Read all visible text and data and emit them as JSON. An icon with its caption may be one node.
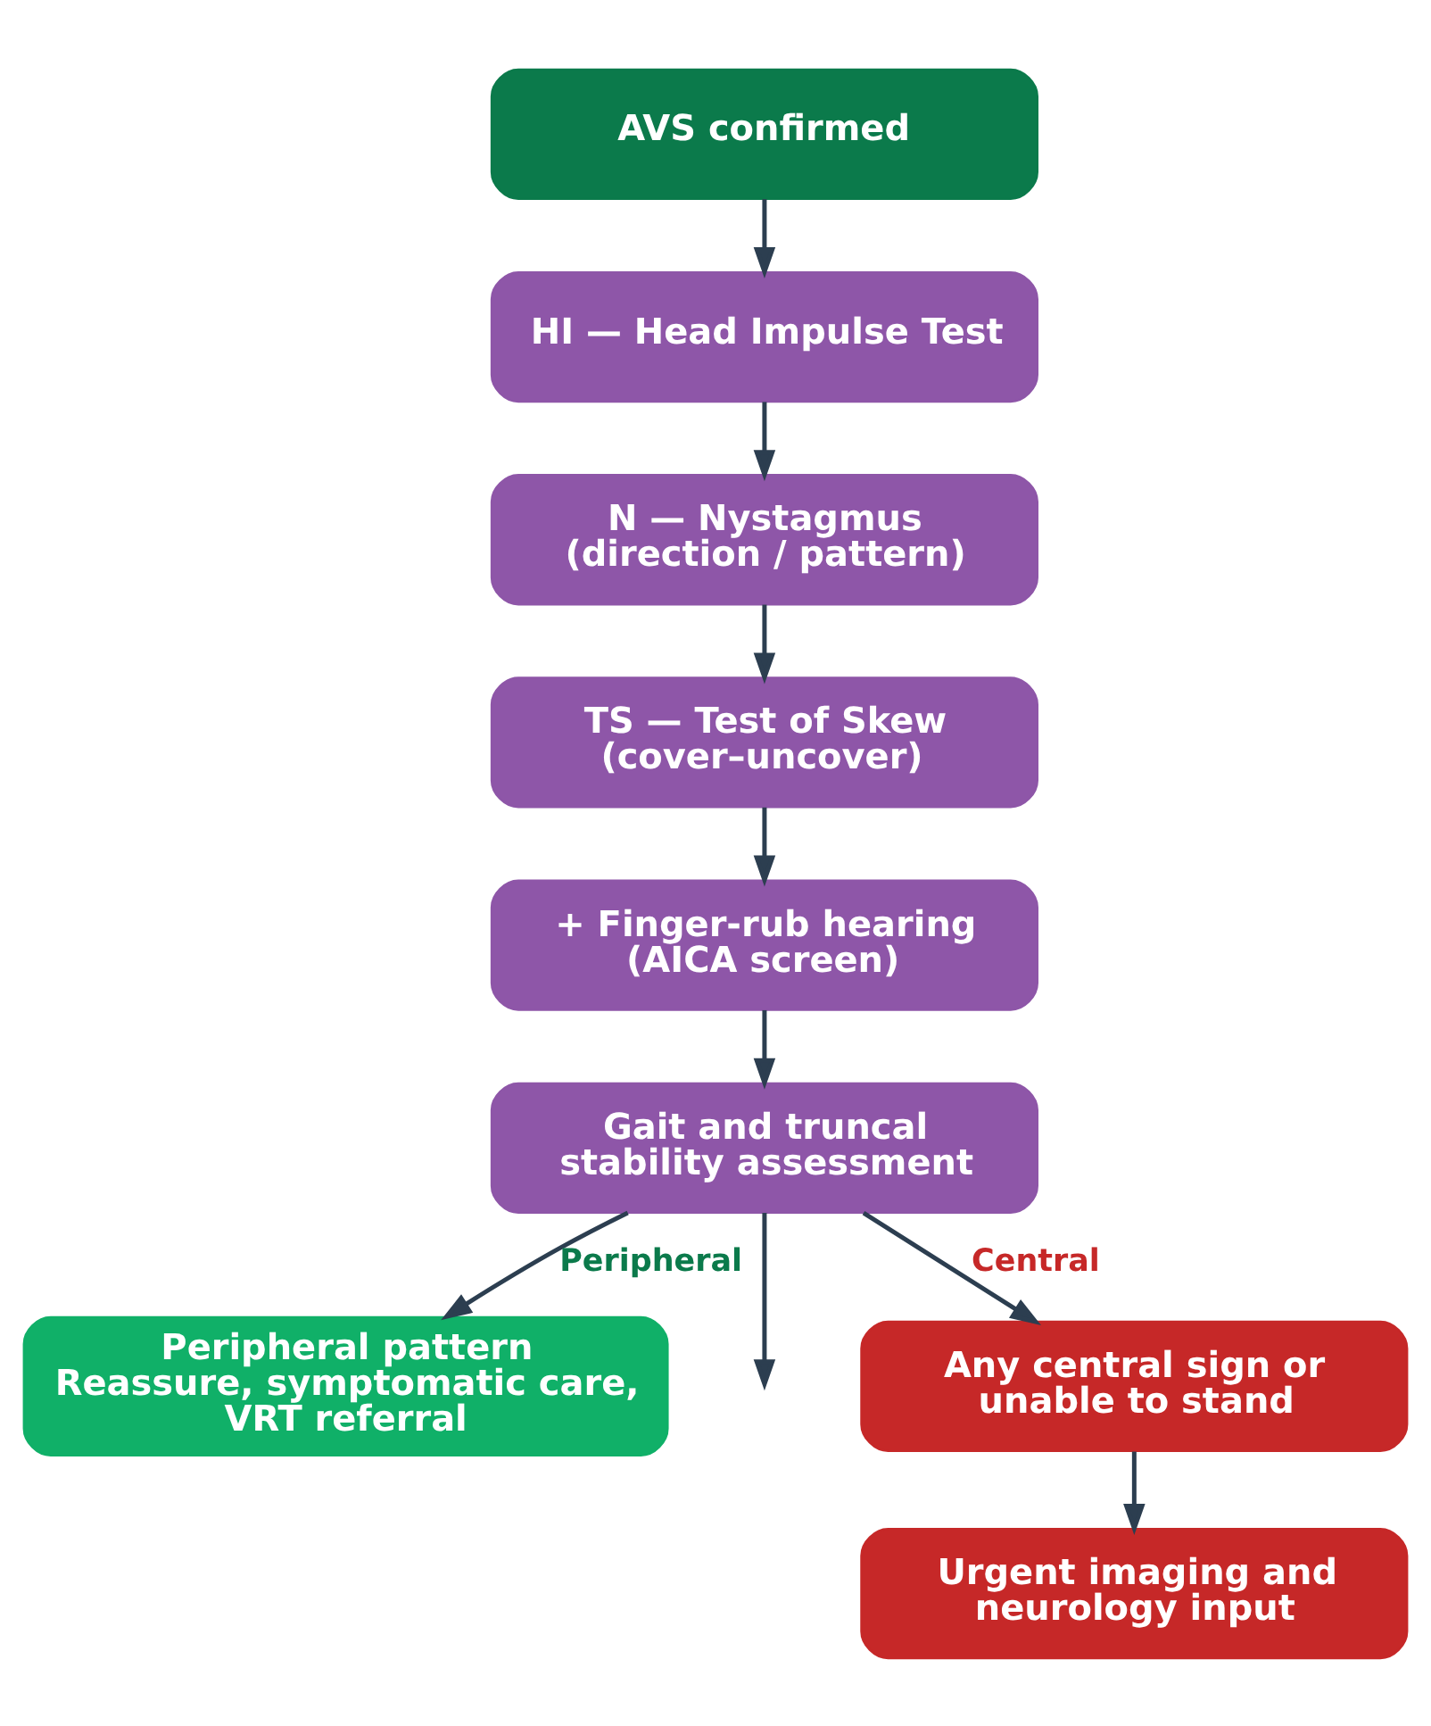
{
  "diagram": {
    "nodes": [
      {
        "text": [
          "AVS confirmed"
        ]
      },
      {
        "text": [
          "HI — Head Impulse Test"
        ]
      },
      {
        "text": [
          "N — Nystagmus (direction / pattern)"
        ]
      },
      {
        "text": [
          "TS — Test of Skew (cover–uncover)"
        ]
      },
      {
        "text": [
          "+ Finger-rub hearing (AICA screen)"
        ]
      },
      {
        "text": [
          "Gait and truncal stability assessment"
        ]
      },
      {
        "text": [
          "Peripheral pattern",
          "Reassure, symptomatic care, VRT referral"
        ]
      },
      {
        "text": [
          "Any central sign or unable to stand"
        ]
      },
      {
        "text": [
          "Urgent imaging and neurology input"
        ]
      }
    ],
    "edges": [
      {
        "from": 0,
        "to": 1,
        "arrow": "to"
      },
      {
        "from": 1,
        "to": 2,
        "arrow": "to"
      },
      {
        "from": 2,
        "to": 3,
        "arrow": "to"
      },
      {
        "from": 3,
        "to": 4,
        "arrow": "to"
      },
      {
        "from": 4,
        "to": 5,
        "arrow": "to"
      },
      {
        "from": 5,
        "to": 6,
        "arrow": "to",
        "label": "Peripheral"
      },
      {
        "from": 5,
        "to": null,
        "arrow": "to"
      },
      {
        "from": 5,
        "to": 7,
        "arrow": "to",
        "label": "Central"
      },
      {
        "from": 7,
        "to": 8,
        "arrow": "to"
      }
    ]
  }
}
